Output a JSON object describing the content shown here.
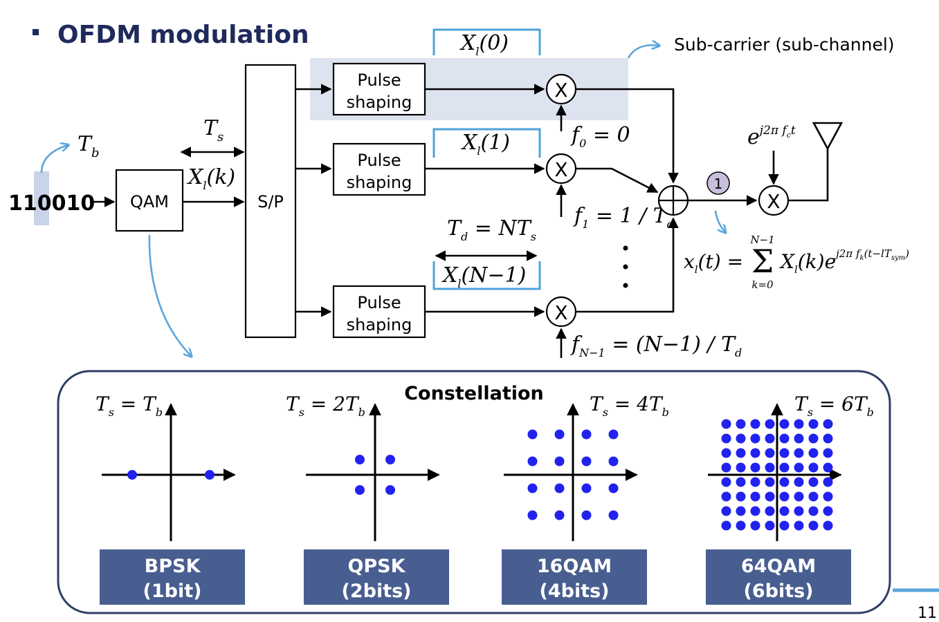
{
  "title": "OFDM modulation",
  "bits": "110010",
  "tb": "T",
  "tb_sub": "b",
  "ts": "T",
  "ts_sub": "s",
  "qam_label": "QAM",
  "sp_label": "S/P",
  "xk": {
    "main": "X",
    "sub": "l",
    "rest": "(k)"
  },
  "pulse_line1": "Pulse",
  "pulse_line2": "shaping",
  "branch_labels": [
    {
      "main": "X",
      "sub": "l",
      "rest": "(0)"
    },
    {
      "main": "X",
      "sub": "l",
      "rest": "(1)"
    },
    {
      "main": "X",
      "sub": "l",
      "rest": "(N−1)"
    }
  ],
  "mixer_symbol": "X",
  "sum_symbol": "+",
  "subcarrier_note": "Sub-carrier (sub-channel)",
  "freqs": [
    {
      "main": "f",
      "sub": "0",
      "rest": " = 0"
    },
    {
      "main": "f",
      "sub": "1",
      "rest": " = 1 / T",
      "sub2": "d"
    },
    {
      "main": "f",
      "sub": "N−1",
      "rest": " = (N−1) / T",
      "sub2": "d"
    }
  ],
  "td": {
    "main": "T",
    "sub": "d",
    "rest": " = NT",
    "sub2": "s"
  },
  "ellipsis": "⋮",
  "circle_marker": "1",
  "carrier": {
    "base": "e",
    "exp": "j2π f",
    "exp_sub": "c",
    "exp_end": "t"
  },
  "formula": {
    "lhs": "x",
    "lhs_sub": "l",
    "lhs_rest": "(t) =",
    "sum_top": "N−1",
    "sum_bottom": "k=0",
    "term": "X",
    "term_sub": "l",
    "term_rest": "(k)e",
    "exp": "j2π f",
    "exp_sub": "k",
    "exp_rest": "(t−lT",
    "exp_sub2": "sym",
    "exp_end": ")"
  },
  "constellation": {
    "title": "Constellation",
    "panels": [
      {
        "name": "BPSK",
        "bits": "(1bit)",
        "rel": {
          "lhs": "T",
          "lhs_sub": "s",
          "mid": " = T",
          "rhs_sub": "b"
        },
        "points": [
          [
            -1,
            0
          ],
          [
            1,
            0
          ]
        ]
      },
      {
        "name": "QPSK",
        "bits": "(2bits)",
        "rel": {
          "lhs": "T",
          "lhs_sub": "s",
          "mid": " = 2T",
          "rhs_sub": "b"
        },
        "grid": 2
      },
      {
        "name": "16QAM",
        "bits": "(4bits)",
        "rel": {
          "lhs": "T",
          "lhs_sub": "s",
          "mid": " = 4T",
          "rhs_sub": "b"
        },
        "grid": 4
      },
      {
        "name": "64QAM",
        "bits": "(6bits)",
        "rel": {
          "lhs": "T",
          "lhs_sub": "s",
          "mid": " = 6T",
          "rhs_sub": "b"
        },
        "grid": 8
      }
    ]
  },
  "page_number": "11",
  "colors": {
    "title": "#1f2a5c",
    "highlight": "#dde3ef",
    "label_box": "#485e90",
    "dot": "#2222ee",
    "accent": "#5aa6dc",
    "marker": "#c8bfdc"
  }
}
